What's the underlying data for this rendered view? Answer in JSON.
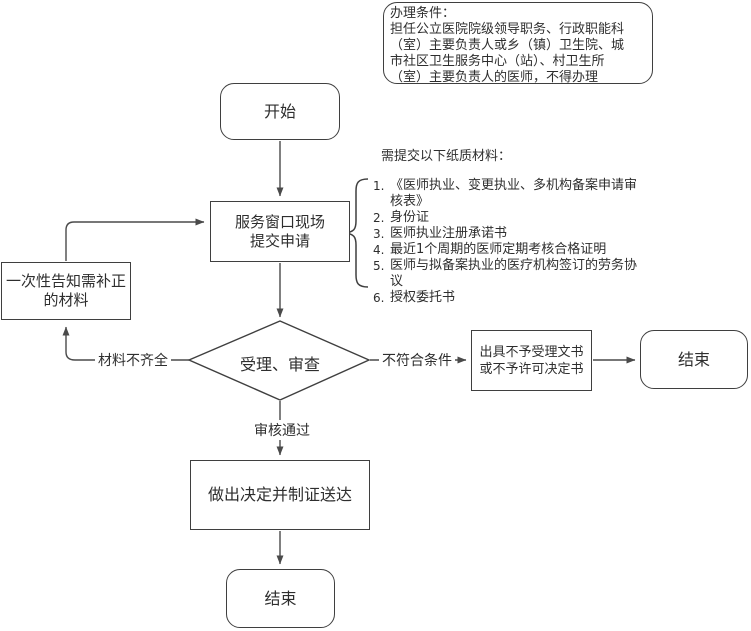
{
  "diagram": {
    "title_hint": "医师备案办理流程图",
    "colors": {
      "background": "#ffffff",
      "shape_border": "#3f3f3f",
      "connector": "#4a4a4a",
      "text": "#2e2e2e"
    },
    "condition_note": {
      "text": "办理条件：\n担任公立医院院级领导职务、行政职能科\n（室）主要负责人或乡（镇）卫生院、城\n市社区卫生服务中心（站）、村卫生所\n（室）主要负责人的医师，不得办理"
    },
    "materials_note": {
      "title": "需提交以下纸质材料：",
      "items": [
        {
          "num": "1.",
          "text": "《医师执业、变更执业、多机构备案申请审\n核表》"
        },
        {
          "num": "2.",
          "text": "身份证"
        },
        {
          "num": "3.",
          "text": "医师执业注册承诺书"
        },
        {
          "num": "4.",
          "text": "最近1个周期的医师定期考核合格证明"
        },
        {
          "num": "5.",
          "text": "医师与拟备案执业的医疗机构签订的劳务协\n议"
        },
        {
          "num": "6.",
          "text": "授权委托书"
        }
      ]
    },
    "nodes": {
      "start": "开始",
      "submit": "服务窗口现场\n提交申请",
      "notice": "一次性告知需补正\n的材料",
      "review": "受理、审查",
      "reject_doc": "出具不予受理文书\n或不予许可决定书",
      "end_right": "结束",
      "decide": "做出决定并制证送达",
      "end_bottom": "结束"
    },
    "edge_labels": {
      "incomplete": "材料不齐全",
      "not_qualified": "不符合条件",
      "approved": "审核通过"
    }
  }
}
